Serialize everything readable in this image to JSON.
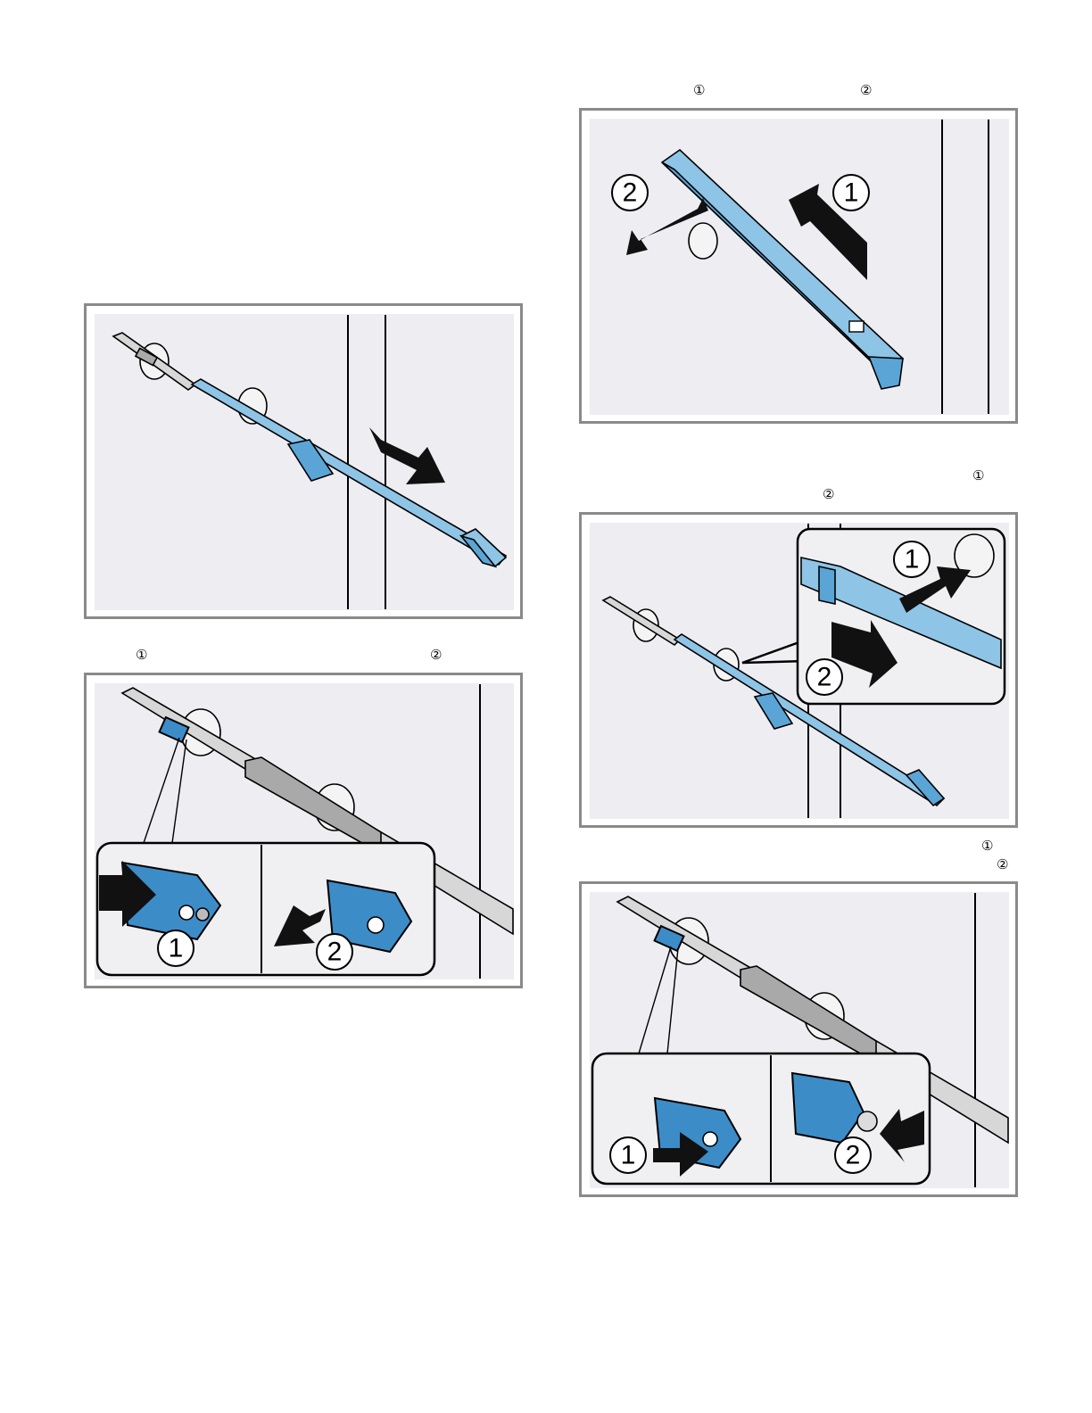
{
  "markers": {
    "top_right_1": "①",
    "top_right_2": "②",
    "left_mid_1": "①",
    "left_mid_2": "②",
    "right_mid_1": "①",
    "right_mid_2": "②",
    "right_low_1": "①",
    "right_low_2": "②"
  },
  "figures": {
    "fig_a": {
      "callouts": []
    },
    "fig_b": {
      "callouts": [
        "1",
        "2"
      ]
    },
    "fig_c": {
      "callouts": [
        "2",
        "1"
      ]
    },
    "fig_d": {
      "callouts": [
        "1",
        "2"
      ]
    },
    "fig_e": {
      "callouts": [
        "1",
        "2"
      ]
    }
  },
  "icons": [
    "arrow-icon",
    "roller-icon",
    "rail-icon",
    "mounting-plate-icon"
  ],
  "colors": {
    "frame": "#8a8a8a",
    "wall": "#ededf2",
    "blue_part": "#8ec4e6",
    "blue_accent": "#3c8cc8"
  }
}
